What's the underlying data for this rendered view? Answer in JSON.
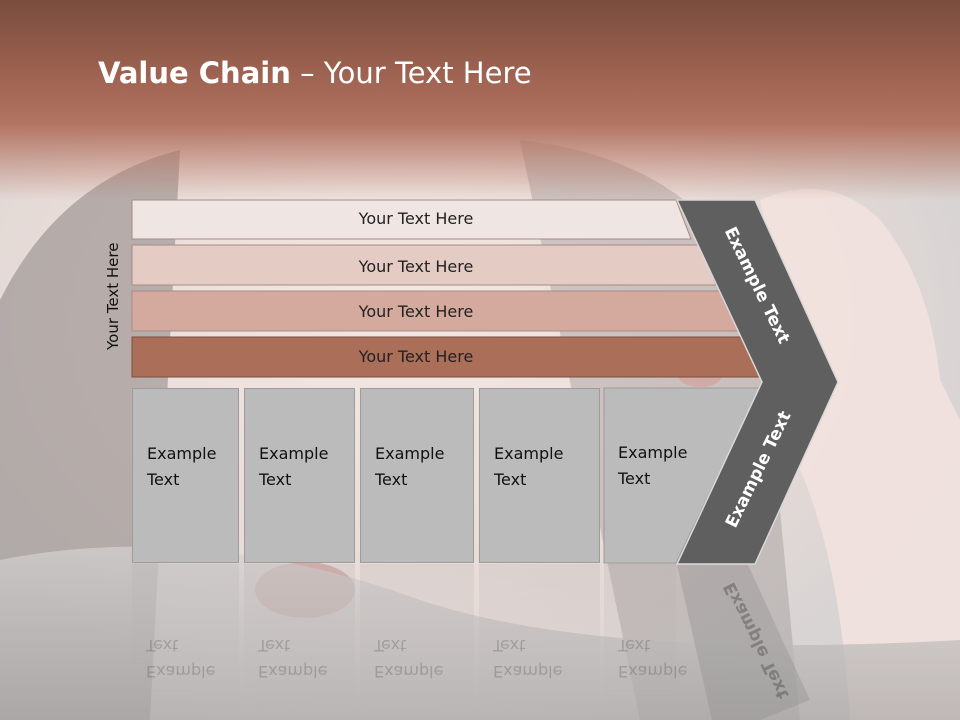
{
  "title": {
    "bold": "Value Chain",
    "rest": " – Your Text Here"
  },
  "side_label": "Your Text Here",
  "bars": [
    {
      "label": "Your Text Here"
    },
    {
      "label": "Your Text Here"
    },
    {
      "label": "Your Text Here"
    },
    {
      "label": "Your Text Here"
    }
  ],
  "boxes": [
    {
      "line1": "Example",
      "line2": "Text"
    },
    {
      "line1": "Example",
      "line2": "Text"
    },
    {
      "line1": "Example",
      "line2": "Text"
    },
    {
      "line1": "Example",
      "line2": "Text"
    },
    {
      "line1": "Example",
      "line2": "Text"
    }
  ],
  "chevron": {
    "upper_label": "Example Text",
    "lower_label": "Example Text"
  },
  "colors": {
    "title_band": "#9c6150",
    "bar1": "#efe5e3",
    "bar2": "#e4cbc4",
    "bar3": "#d3aa9d",
    "bar4": "#ab6e59",
    "box": "#bcbbbb",
    "chevron": "#5f5f5f"
  }
}
